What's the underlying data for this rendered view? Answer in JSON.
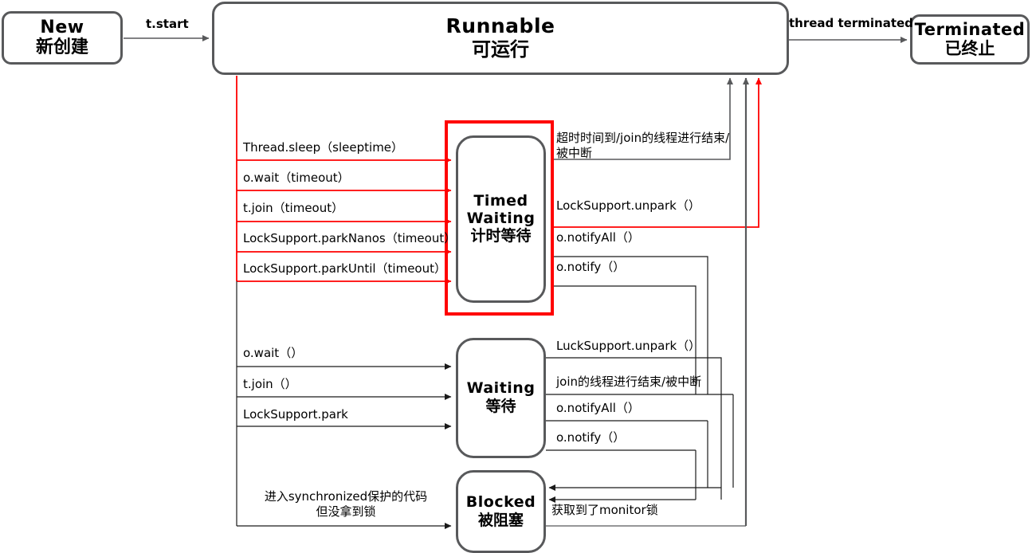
{
  "diagram": {
    "title": "Java Thread State Transition Diagram",
    "colors": {
      "box_stroke": "#58595b",
      "wire_gray": "#58595b",
      "wire_black": "#000000",
      "highlight_red": "#ff0000"
    }
  },
  "states": [
    {
      "id": "new",
      "en": "New",
      "zh": "新创建"
    },
    {
      "id": "runnable",
      "en": "Runnable",
      "zh": "可运行"
    },
    {
      "id": "terminated",
      "en": "Terminated",
      "zh": "已终止"
    },
    {
      "id": "timed",
      "en": "Timed Waiting",
      "en_line1": "Timed",
      "en_line2": "Waiting",
      "zh": "计时等待"
    },
    {
      "id": "waiting",
      "en": "Waiting",
      "zh": "等待"
    },
    {
      "id": "blocked",
      "en": "Blocked",
      "zh": "被阻塞"
    }
  ],
  "top_edges": {
    "start": "t.start",
    "terminated": "thread terminated"
  },
  "timed_waiting": {
    "enter": [
      "Thread.sleep（sleeptime）",
      "o.wait（timeout）",
      "t.join（timeout）",
      "LockSupport.parkNanos（timeout）",
      "LockSupport.parkUntil（timeout）"
    ],
    "exit": [
      "超时时间到/join的线程进行结束/被中断",
      "LockSupport.unpark（）",
      "o.notifyAll（）",
      "o.notify（）"
    ]
  },
  "waiting": {
    "enter": [
      "o.wait（）",
      "t.join（）",
      "LockSupport.park"
    ],
    "exit": [
      "LuckSupport.unpark（）",
      "join的线程进行结束/被中断",
      "o.notifyAll（）",
      "o.notify（）"
    ]
  },
  "blocked": {
    "enter_line1": "进入synchronized保护的代码",
    "enter_line2": "但没拿到锁",
    "exit": "获取到了monitor锁"
  }
}
